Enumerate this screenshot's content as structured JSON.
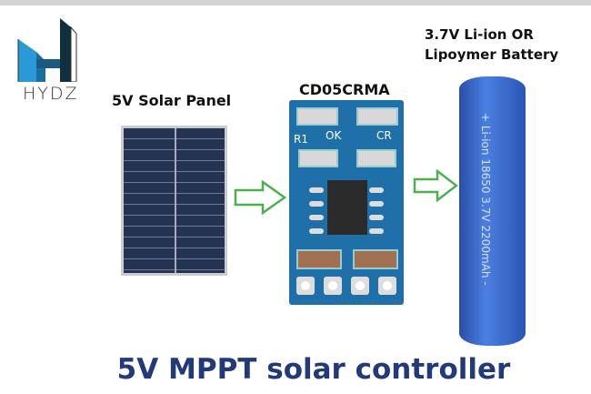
{
  "logo": {
    "text": "HYDZ",
    "color": "#1c8ccf"
  },
  "labels": {
    "solar_panel": "5V Solar Panel",
    "module": "CD05CRMA",
    "battery_line1": "3.7V Li-ion OR",
    "battery_line2": "Lipoymer Battery"
  },
  "pcb": {
    "r1": "R1",
    "ok": "OK",
    "cr": "CR"
  },
  "battery": {
    "print": "+ Li-ion 18650 3.7V 2200mAh -"
  },
  "title": "5V MPPT solar controller",
  "colors": {
    "title": "#22397a",
    "arrow": "#4cb050",
    "pcb": "#1f6fa8",
    "battery": "#3366cc"
  }
}
